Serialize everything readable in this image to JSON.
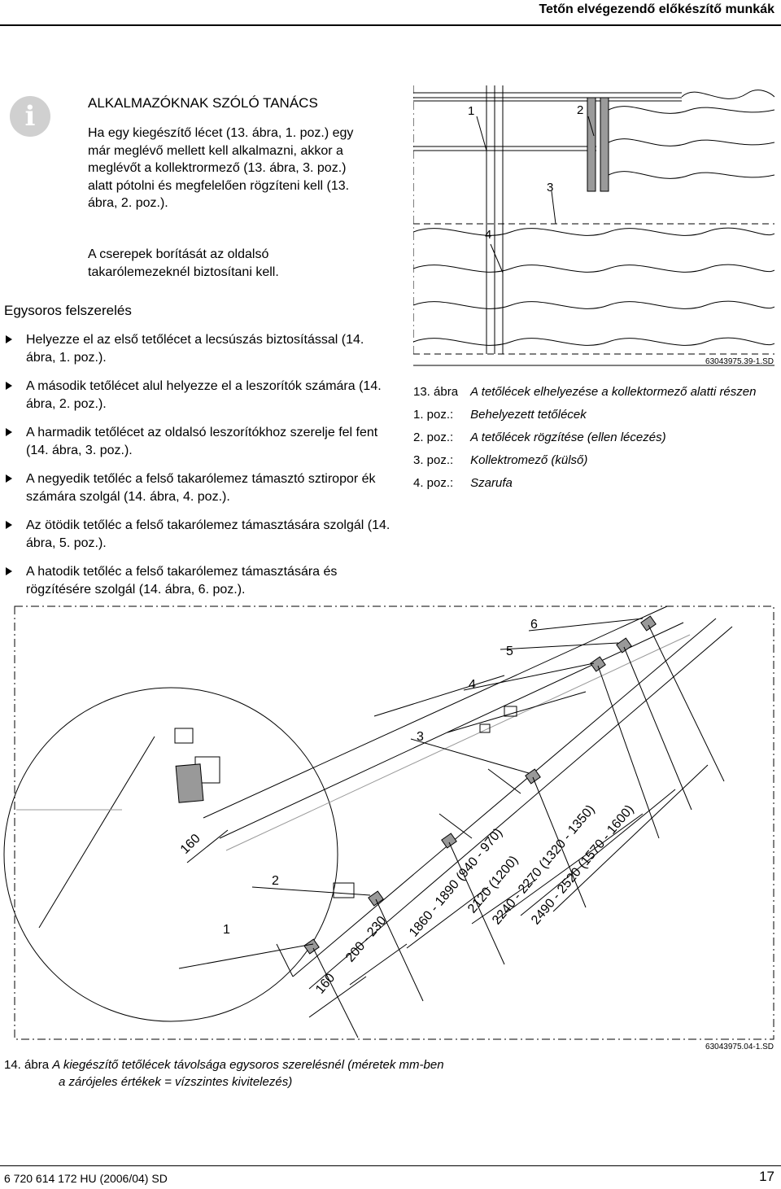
{
  "header": {
    "title": "Tetőn elvégezendő előkészítő munkák"
  },
  "info": {
    "icon": "info-icon",
    "heading": "ALKALMAZÓKNAK SZÓLÓ TANÁCS",
    "paragraph1": "Ha egy kiegészítő lécet (13. ábra, 1. poz.) egy már meglévő mellett kell alkalmazni, akkor a meglévőt a kollektrormező (13. ábra, 3. poz.) alatt pótolni és megfelelően rögzíteni kell (13. ábra, 2. poz.).",
    "paragraph2": "A cserepek borítását az oldalsó takarólemezeknél biztosítani kell."
  },
  "section": {
    "title": "Egysoros felszerelés",
    "steps": [
      "Helyezze el az első tetőlécet a lecsúszás biztosítással (14. ábra, 1. poz.).",
      "A második tetőlécet alul helyezze el a leszorítók számára (14. ábra, 2. poz.).",
      "A harmadik tetőlécet az oldalsó leszorítókhoz szerelje fel fent (14. ábra, 3. poz.).",
      "A negyedik tetőléc a felső takarólemez támasztó sztiropor ék számára szolgál (14. ábra, 4. poz.).",
      "Az ötödik tetőléc a felső takarólemez támasztására szolgál (14. ábra, 5. poz.).",
      "A hatodik tetőléc a felső takarólemez támasztására és rögzítésére szolgál (14. ábra, 6. poz.)."
    ]
  },
  "fig13": {
    "code": "63043975.39-1.SD",
    "labels": [
      "1",
      "2",
      "3",
      "4"
    ],
    "caption": {
      "num": "13. ábra",
      "title": "A tetőlécek elhelyezése a kollektormező alatti részen",
      "items": [
        {
          "key": "1. poz.:",
          "text": "Behelyezett tetőlécek"
        },
        {
          "key": "2. poz.:",
          "text": "A tetőlécek rögzítése (ellen lécezés)"
        },
        {
          "key": "3. poz.:",
          "text": "Kollektromező (külső)"
        },
        {
          "key": "4. poz.:",
          "text": "Szarufa"
        }
      ]
    }
  },
  "fig14": {
    "code": "63043975.04-1.SD",
    "labels": [
      "1",
      "2",
      "3",
      "4",
      "5",
      "6"
    ],
    "dimensions": [
      "160",
      "160",
      "200 - 230",
      "1860 - 1890 (940 - 970)",
      "2120 (1200)",
      "2240 - 2270 (1320 - 1350)",
      "2490 - 2520 (1570 - 1600)"
    ],
    "caption": {
      "num": "14. ábra",
      "line1": "A kiegészítő tetőlécek távolsága egysoros szerelésnél (méretek mm-ben",
      "line2": "a zárójeles értékek = vízszintes kivitelezés)"
    }
  },
  "footer": {
    "doc": "6 720 614 172 HU (2006/04) SD",
    "page": "17"
  }
}
